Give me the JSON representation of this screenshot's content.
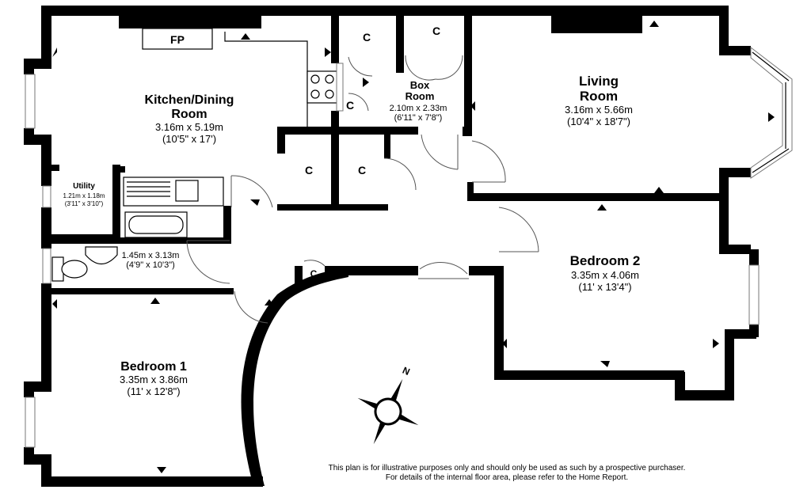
{
  "rooms": {
    "kitchen": {
      "name_line1": "Kitchen/Dining",
      "name_line2": "Room",
      "metric": "3.16m x 5.19m",
      "imperial": "(10'5\" x 17')"
    },
    "living": {
      "name_line1": "Living",
      "name_line2": "Room",
      "metric": "3.16m x 5.66m",
      "imperial": "(10'4\" x 18'7\")"
    },
    "box": {
      "name_line1": "Box",
      "name_line2": "Room",
      "metric": "2.10m x 2.33m",
      "imperial": "(6'11\" x 7'8\")"
    },
    "utility": {
      "name": "Utility",
      "metric": "1.21m x 1.18m",
      "imperial": "(3'11\" x 3'10\")"
    },
    "bathroom": {
      "metric": "1.45m x 3.13m",
      "imperial": "(4'9\" x 10'3\")"
    },
    "bedroom1": {
      "name": "Bedroom 1",
      "metric": "3.35m x 3.86m",
      "imperial": "(11' x 12'8\")"
    },
    "bedroom2": {
      "name": "Bedroom 2",
      "metric": "3.35m x 4.06m",
      "imperial": "(11' x 13'4\")"
    }
  },
  "fireplace_label": "FP",
  "cupboard_label": "C",
  "compass_label": "N",
  "disclaimer": {
    "line1": "This plan is for illustrative purposes only and should only be used as such by a prospective purchaser.",
    "line2": "For details of the internal floor area, please refer to the Home Report."
  },
  "colors": {
    "wall": "#000000",
    "background": "#ffffff",
    "fixture_line": "#555555"
  }
}
